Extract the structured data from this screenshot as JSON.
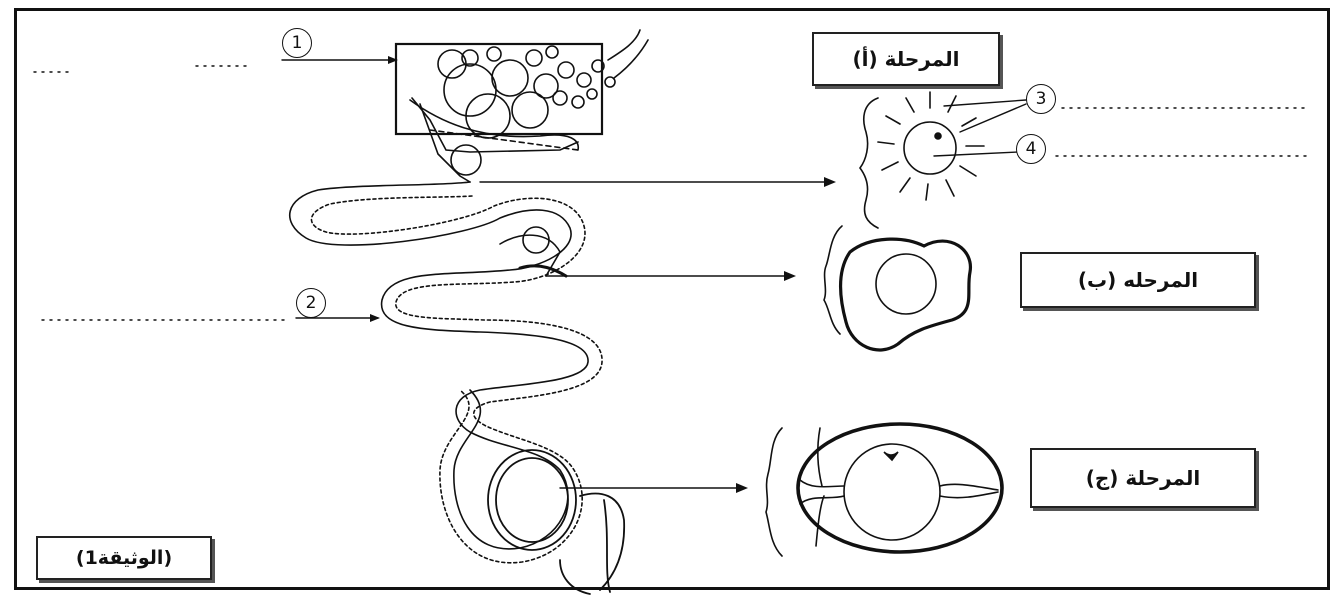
{
  "labels": {
    "stage_a": "المرحلة (أ)",
    "stage_b": "المرحله (ب)",
    "stage_c": "المرحلة (ج)",
    "document": "(الوثيقة1)"
  },
  "markers": [
    "1",
    "2",
    "3",
    "4"
  ],
  "colors": {
    "ink": "#111111",
    "paper": "#ffffff"
  }
}
